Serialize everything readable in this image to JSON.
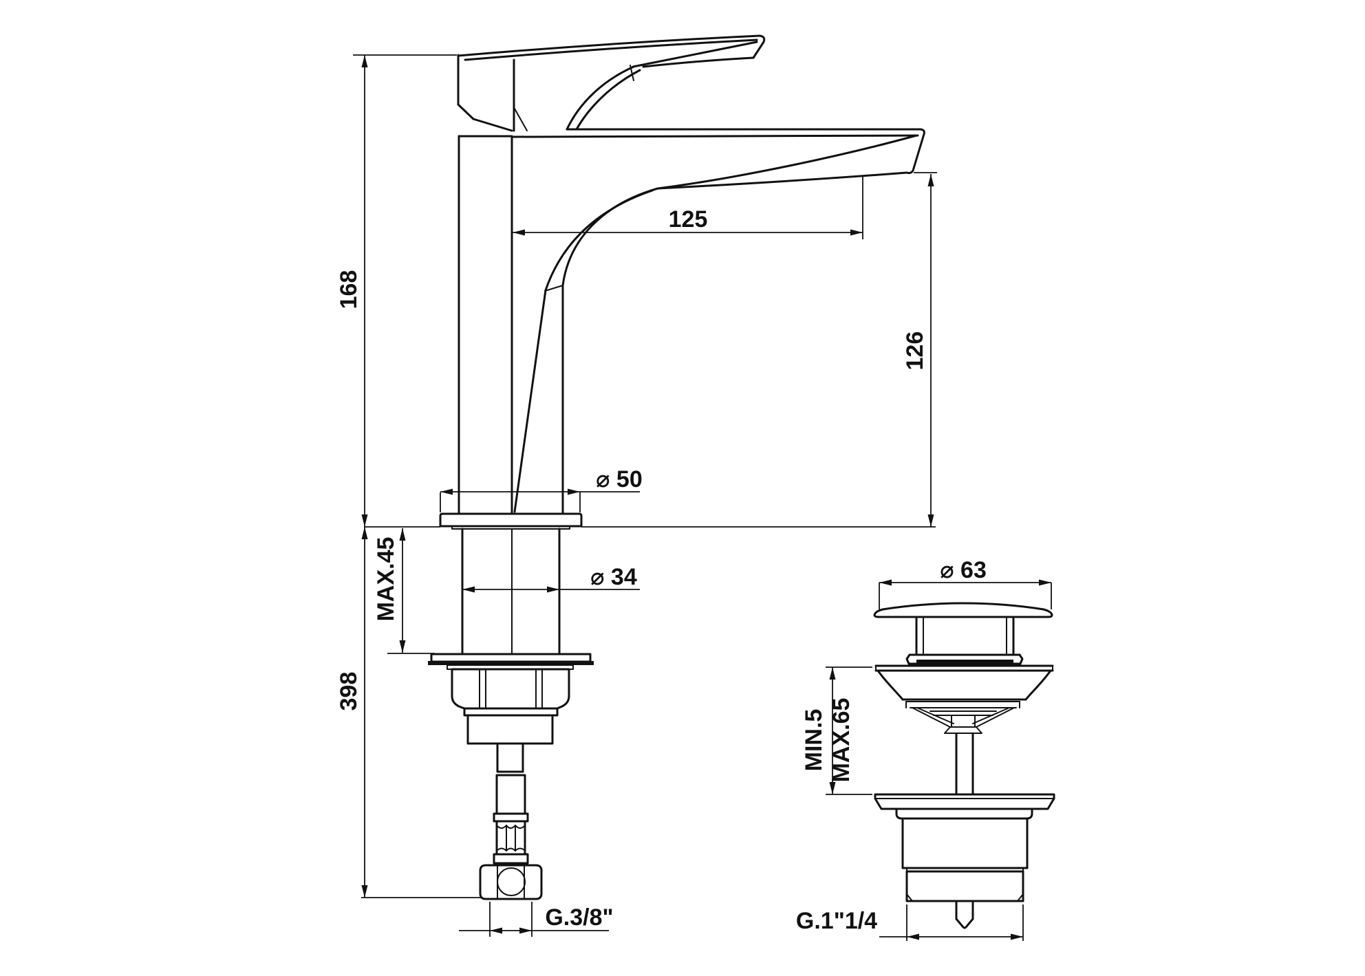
{
  "drawing": {
    "colors": {
      "background": "#ffffff",
      "lines": "#111111"
    },
    "faucet_view": {
      "dims": {
        "total_height": "168",
        "below_deck_height": "398",
        "max_deck_thickness": "MAX.45",
        "base_diameter": "⌀ 50",
        "shank_diameter": "⌀ 34",
        "spout_reach": "125",
        "spout_outlet_height": "126",
        "supply_hose_thread": "G.3/8\""
      }
    },
    "drain_view": {
      "dims": {
        "cap_diameter": "⌀ 63",
        "deck_min": "MIN.5",
        "deck_max": "MAX.65",
        "waste_thread": "G.1\"1/4"
      }
    }
  }
}
